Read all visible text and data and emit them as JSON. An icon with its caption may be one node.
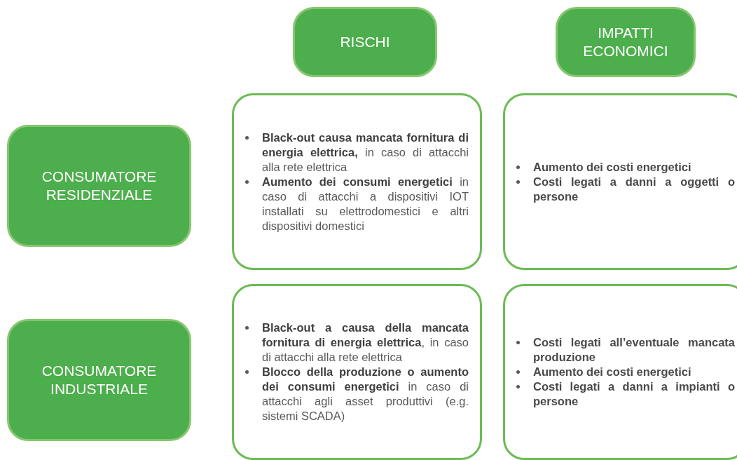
{
  "diagram": {
    "nodes": [
      {
        "text": [
          "RISCHI"
        ]
      },
      {
        "text": [
          "IMPATTI ECONOMICI"
        ]
      },
      {
        "text": [
          "CONSUMATORE RESIDENZIALE"
        ]
      },
      {
        "text": [
          "**Black-out causa mancata fornitura di energia elettrica,** in caso di attacchi alla rete elettrica",
          "**Aumento dei consumi energetici** in caso di attacchi a dispositivi IOT installati su elettrodomestici e altri dispositivi domestici"
        ]
      },
      {
        "text": [
          "Aumento dei costi energetici",
          "Costi legati a danni a oggetti o persone"
        ]
      },
      {
        "text": [
          "CONSUMATORE INDUSTRIALE"
        ]
      },
      {
        "text": [
          "**Black-out a causa della mancata fornitura di energia elettrica**, in caso di attacchi alla rete elettrica",
          "**Blocco della produzione o aumento dei consumi energetici** in caso di attacchi agli asset produttivi (e.g. sistemi SCADA)"
        ]
      },
      {
        "text": [
          "Costi legati all’eventuale mancata produzione",
          "Aumento dei costi energetici",
          "Costi legati a danni a impianti o persone"
        ]
      }
    ],
    "edges": []
  }
}
